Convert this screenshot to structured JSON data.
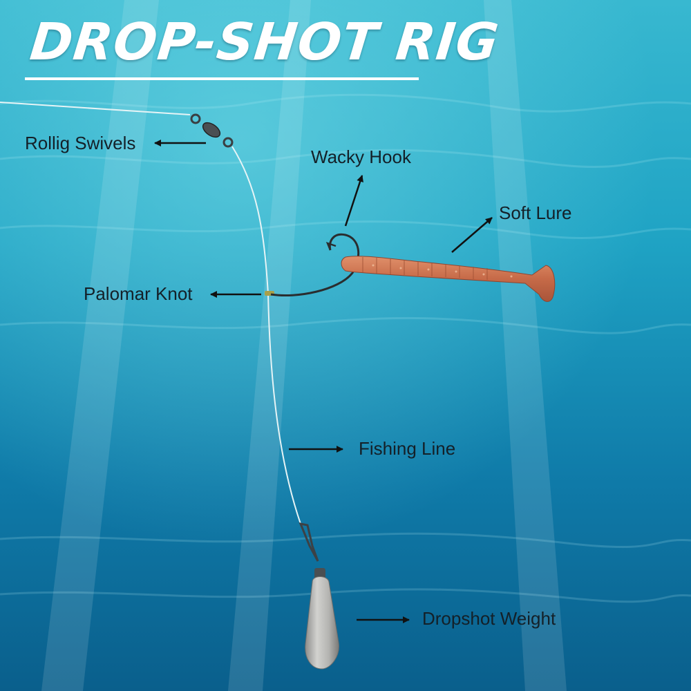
{
  "title": "DROP-SHOT RIG",
  "labels": {
    "rolling_swivels": "Rollig Swivels",
    "wacky_hook": "Wacky Hook",
    "soft_lure": "Soft Lure",
    "palomar_knot": "Palomar Knot",
    "fishing_line": "Fishing Line",
    "dropshot_weight": "Dropshot Weight"
  },
  "colors": {
    "water_light": "#3fc3d4",
    "water_mid": "#1a9cc0",
    "water_deep": "#0a5f8c",
    "lure": "#c8704e",
    "weight": "#a9a9a6",
    "label_text": "#142028",
    "title_text": "#ffffff"
  }
}
